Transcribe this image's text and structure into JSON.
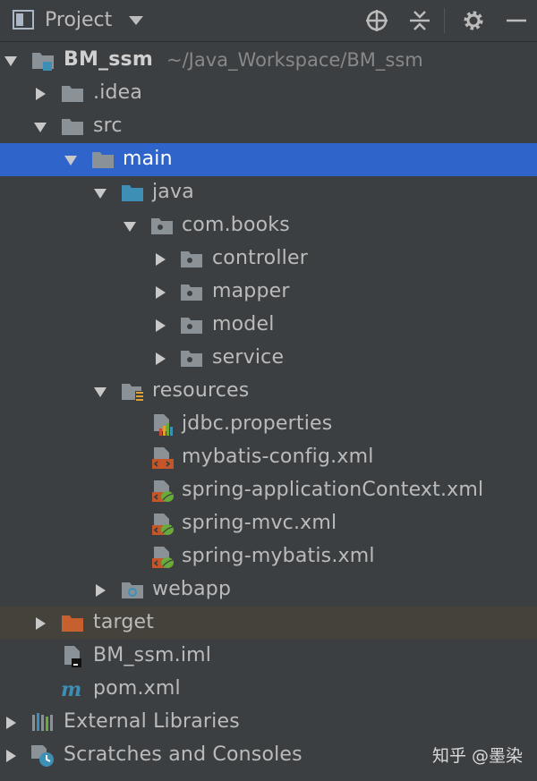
{
  "header": {
    "title": "Project"
  },
  "tree": {
    "project_name": "BM_ssm",
    "project_path": "~/Java_Workspace/BM_ssm",
    "items": {
      "idea": ".idea",
      "src": "src",
      "main": "main",
      "java": "java",
      "com_books": "com.books",
      "controller": "controller",
      "mapper": "mapper",
      "model": "model",
      "service": "service",
      "resources": "resources",
      "jdbc": "jdbc.properties",
      "mybatis_config": "mybatis-config.xml",
      "spring_app": "spring-applicationContext.xml",
      "spring_mvc": "spring-mvc.xml",
      "spring_mybatis": "spring-mybatis.xml",
      "webapp": "webapp",
      "target": "target",
      "iml": "BM_ssm.iml",
      "pom": "pom.xml",
      "ext_libs": "External Libraries",
      "scratches": "Scratches and Consoles"
    }
  },
  "watermark": "知乎 @墨染",
  "colors": {
    "background": "#3c3f41",
    "selection": "#2f65ca",
    "excluded": "#45423b",
    "folder": "#8a9197",
    "source_folder": "#3d8fb6",
    "target_folder": "#c6602e",
    "xml_orange": "#c4562a",
    "spring_green": "#6aaa3a"
  }
}
